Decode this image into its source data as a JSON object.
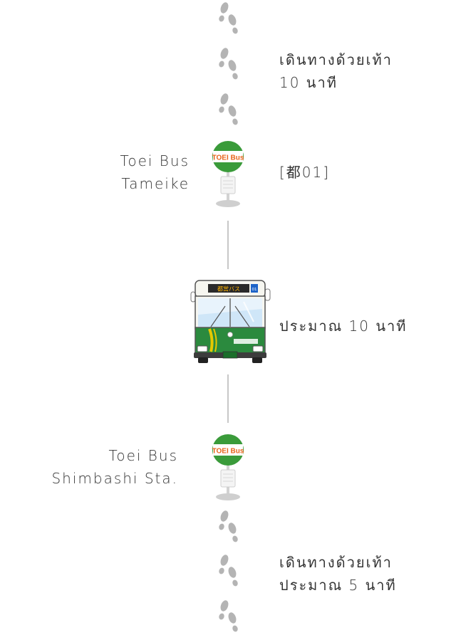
{
  "walk_top": {
    "line1": "เดินทางด้วยเท้า",
    "line2": "10 นาที"
  },
  "stop_tameike": {
    "name_line1": "Toei Bus",
    "name_line2": "Tameike",
    "route": "[都01]",
    "sign_text": "TOEI Bus"
  },
  "bus_ride": {
    "duration": "ประมาณ 10 นาที",
    "destination_sign": "都営バス",
    "route_number_badge": "01"
  },
  "stop_shimbashi": {
    "name_line1": "Toei Bus",
    "name_line2": "Shimbashi Sta.",
    "sign_text": "TOEI Bus"
  },
  "walk_bottom": {
    "line1": "เดินทางด้วยเท้า",
    "line2": "ประมาณ 5 นาที"
  },
  "colors": {
    "bus_green": "#2b8a3e",
    "sign_green": "#3a9b3a",
    "sign_orange": "#e8641b",
    "footprint_gray": "#b4b4b4",
    "text": "#333333"
  }
}
